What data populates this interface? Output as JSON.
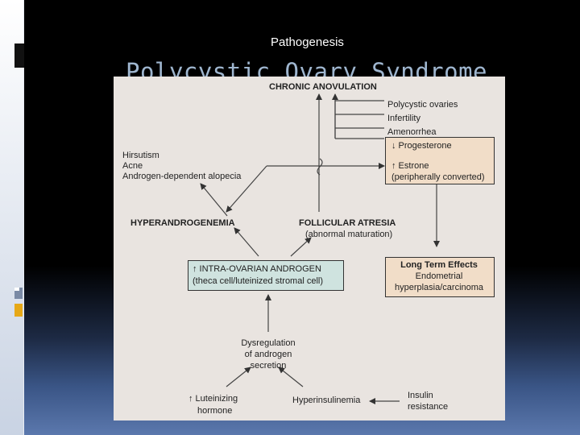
{
  "slide": {
    "subtitle": "Pathogenesis",
    "title": "Polycystic Ovary Syndrome"
  },
  "diagram": {
    "chronic_anovulation": "CHRONIC ANOVULATION",
    "polycystic_ovaries": "Polycystic ovaries",
    "infertility": "Infertility",
    "amenorrhea": "Amenorrhea",
    "progesterone": "↓ Progesterone",
    "estrone_line1": "↑ Estrone",
    "estrone_line2": "(peripherally converted)",
    "hirsutism": "Hirsutism",
    "acne": "Acne",
    "alopecia": "Androgen-dependent alopecia",
    "hyperandrogenemia": "HYPERANDROGENEMIA",
    "follicular_atresia": "FOLLICULAR ATRESIA",
    "abnormal_maturation": "(abnormal maturation)",
    "androgen_line1": "↑ INTRA-OVARIAN ANDROGEN",
    "androgen_line2": "(theca cell/luteinized stromal cell)",
    "long_term_title": "Long Term Effects",
    "long_term_line1": "Endometrial",
    "long_term_line2": "hyperplasia/carcinoma",
    "dysregulation_line1": "Dysregulation",
    "dysregulation_line2": "of androgen",
    "dysregulation_line3": "secretion",
    "lh_line1": "↑ Luteinizing",
    "lh_line2": "hormone",
    "hyperinsulinemia": "Hyperinsulinemia",
    "insulin_line1": "Insulin",
    "insulin_line2": "resistance"
  },
  "colors": {
    "orange_box": "#f1ddc8",
    "teal_box": "#cfe3df",
    "figure_bg": "#e9e4e0"
  }
}
